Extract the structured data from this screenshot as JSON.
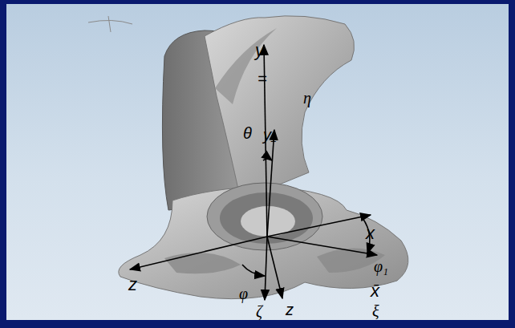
{
  "diagram": {
    "labels": [
      "y",
      "=",
      "η",
      "θ",
      "y₁",
      "x",
      "φ₁",
      "z",
      "φ",
      "ζ",
      "z",
      "x̄",
      "ξ"
    ]
  }
}
